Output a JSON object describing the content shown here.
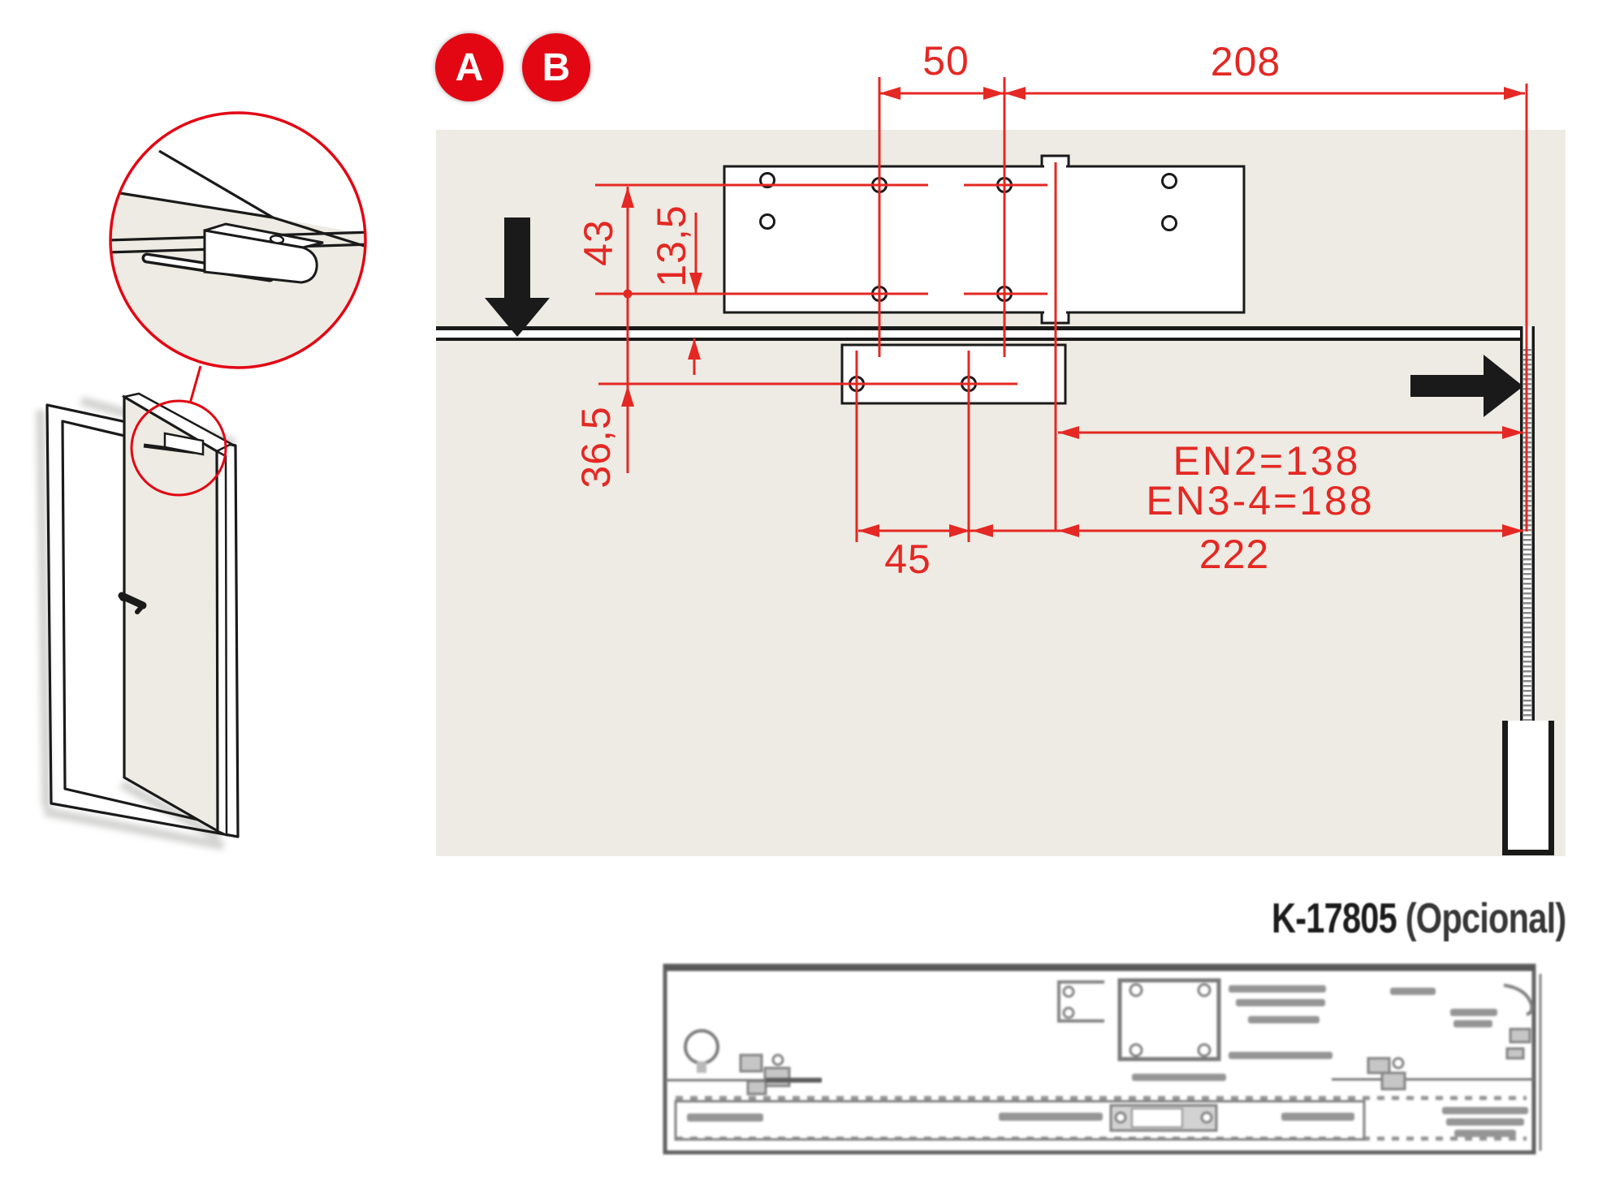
{
  "badges": {
    "a": "A",
    "b": "B"
  },
  "dims": {
    "d50": "50",
    "d208": "208",
    "d43": "43",
    "d13_5": "13,5",
    "d36_5": "36,5",
    "d45": "45",
    "en2": "EN2=138",
    "en3_4": "EN3-4=188",
    "d222": "222"
  },
  "caption": {
    "part": "K-17805",
    "note": "(Opcional)"
  },
  "colors": {
    "dim_red": "#e42823",
    "badge_red": "#e30613",
    "wall_beige": "#edebe3",
    "ink": "#1a1a1a"
  }
}
